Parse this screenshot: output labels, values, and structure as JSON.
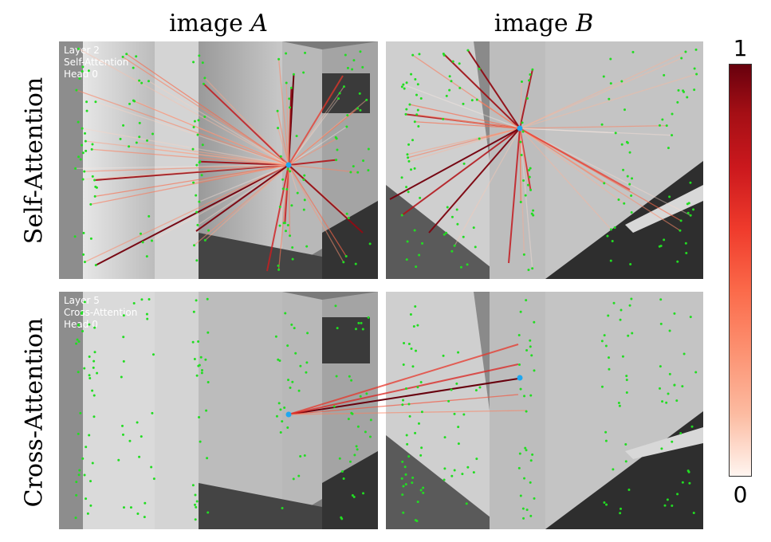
{
  "columns": {
    "left": {
      "prefix": "image ",
      "letter": "A"
    },
    "right": {
      "prefix": "image ",
      "letter": "B"
    }
  },
  "rows": {
    "top": "Self-Attention",
    "bottom": "Cross-Attention"
  },
  "overlays": {
    "top": {
      "layer": "Layer 2",
      "type": "Self-Attention",
      "head": "Head 0"
    },
    "bottom": {
      "layer": "Layer 5",
      "type": "Cross-Attention",
      "head": "Head 0"
    }
  },
  "colorbar": {
    "max_label": "1",
    "min_label": "0"
  },
  "colors": {
    "keypoint": "#22dd22",
    "query": "#1ea7f0",
    "attention_low": "#fff5f0",
    "attention_high": "#67000d"
  }
}
